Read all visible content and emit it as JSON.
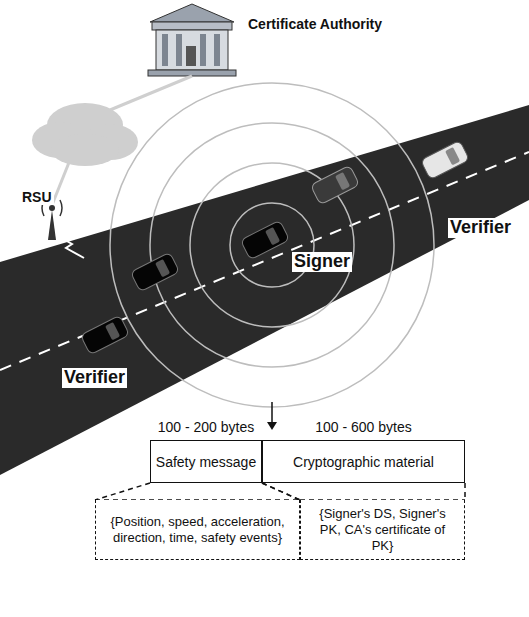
{
  "diagram": {
    "nodes": [
      {
        "text": [
          "100 - 200 bytes",
          "Safety message"
        ]
      },
      {
        "text": [
          "100 - 600 bytes",
          "Cryptographic material"
        ]
      },
      {
        "text": [
          "{Position, speed, acceleration, direction, time, safety events}"
        ]
      },
      {
        "text": [
          "{Signer's DS, Signer's PK, CA's certificate of PK}"
        ]
      }
    ],
    "edges": [
      {
        "from": 0,
        "to": 2,
        "arrow": "none"
      },
      {
        "from": 1,
        "to": 3,
        "arrow": "none"
      }
    ],
    "labels": [
      "Certificate Authority",
      "RSU",
      "Verifier",
      "Signer",
      "Verifier"
    ]
  }
}
